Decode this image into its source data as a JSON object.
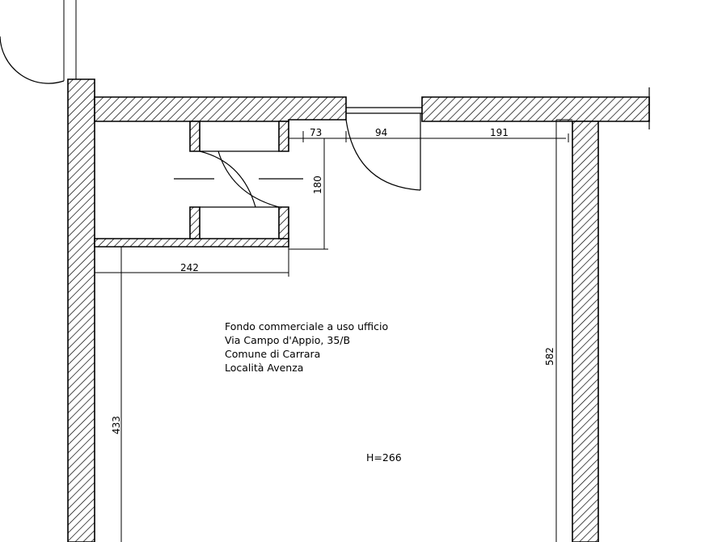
{
  "plan": {
    "dimensions": {
      "d73": "73",
      "d94": "94",
      "d191": "191",
      "d180": "180",
      "d242": "242",
      "d582": "582",
      "d433": "433"
    },
    "notes": {
      "line1": "Fondo commerciale a uso ufficio",
      "line2": "Via Campo d'Appio, 35/B",
      "line3": "Comune di Carrara",
      "line4": "Località Avenza"
    },
    "height_label": "H=266",
    "colors": {
      "ink": "#000000",
      "paper": "#ffffff"
    }
  }
}
